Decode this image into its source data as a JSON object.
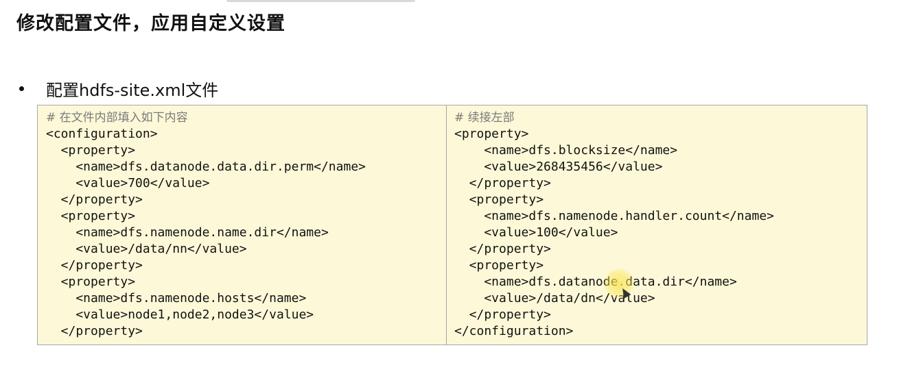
{
  "title": "修改配置文件，应用自定义设置",
  "bullet": {
    "text": "配置hdfs-site.xml文件"
  },
  "code": {
    "left": [
      "# 在文件内部填入如下内容",
      "<configuration>",
      "  <property>",
      "    <name>dfs.datanode.data.dir.perm</name>",
      "    <value>700</value>",
      "  </property>",
      "  <property>",
      "    <name>dfs.namenode.name.dir</name>",
      "    <value>/data/nn</value>",
      "  </property>",
      "  <property>",
      "    <name>dfs.namenode.hosts</name>",
      "    <value>node1,node2,node3</value>",
      "  </property>"
    ],
    "right": [
      "# 续接左部",
      "<property>",
      "    <name>dfs.blocksize</name>",
      "    <value>268435456</value>",
      "  </property>",
      "  <property>",
      "    <name>dfs.namenode.handler.count</name>",
      "    <value>100</value>",
      "  </property>",
      "  <property>",
      "    <name>dfs.datanode.data.dir</name>",
      "    <value>/data/dn</value>",
      "  </property>",
      "</configuration>"
    ]
  }
}
